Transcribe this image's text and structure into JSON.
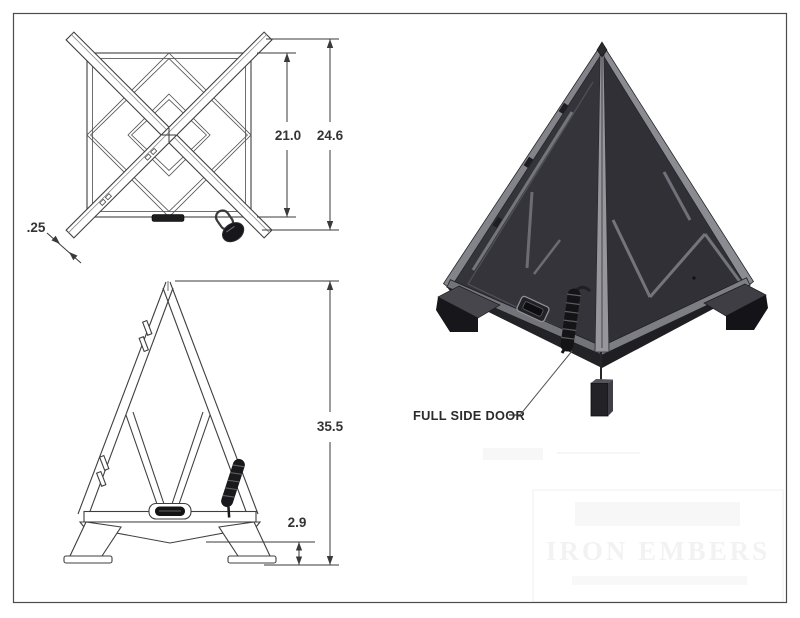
{
  "drawing": {
    "type": "technical-drawing",
    "subject": "pyramid fire pit - orthographic and isometric views",
    "labels": {
      "top_width_inner": "21.0",
      "top_width_outer": "24.6",
      "tube_thickness": ".25",
      "overall_height": "35.5",
      "base_clearance": "2.9",
      "door_callout": "FULL SIDE DOOR"
    },
    "watermark": {
      "text": "IRON EMBERS"
    },
    "colors": {
      "line": "#3f3f3f",
      "dimension_text": "#343434",
      "pyramid_face_left": "#34343a",
      "pyramid_face_right": "#303036",
      "pyramid_edge_band": "#97979b",
      "pyramid_base_band": "#73737a",
      "pyramid_dark_parts": "#17171b",
      "border": "#4c4c4c",
      "background": "#ffffff"
    }
  }
}
